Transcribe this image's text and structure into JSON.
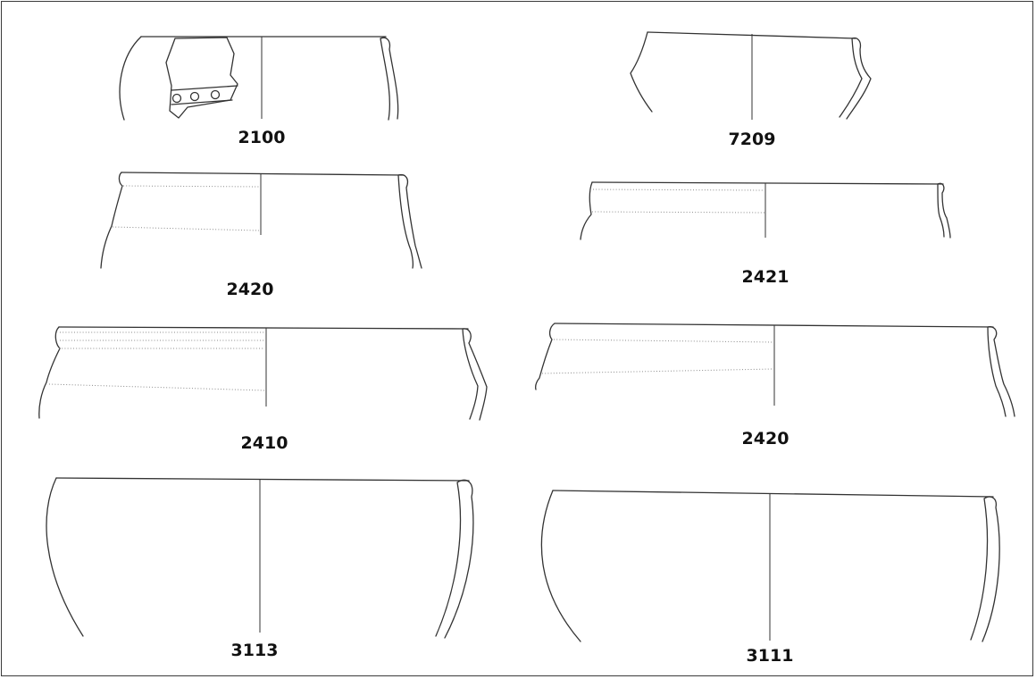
{
  "labels": {
    "v1": "2100",
    "v2": "7209",
    "v3": "2420",
    "v4": "2421",
    "v5": "2410",
    "v6": "2420",
    "v7": "3113",
    "v8": "3111"
  }
}
